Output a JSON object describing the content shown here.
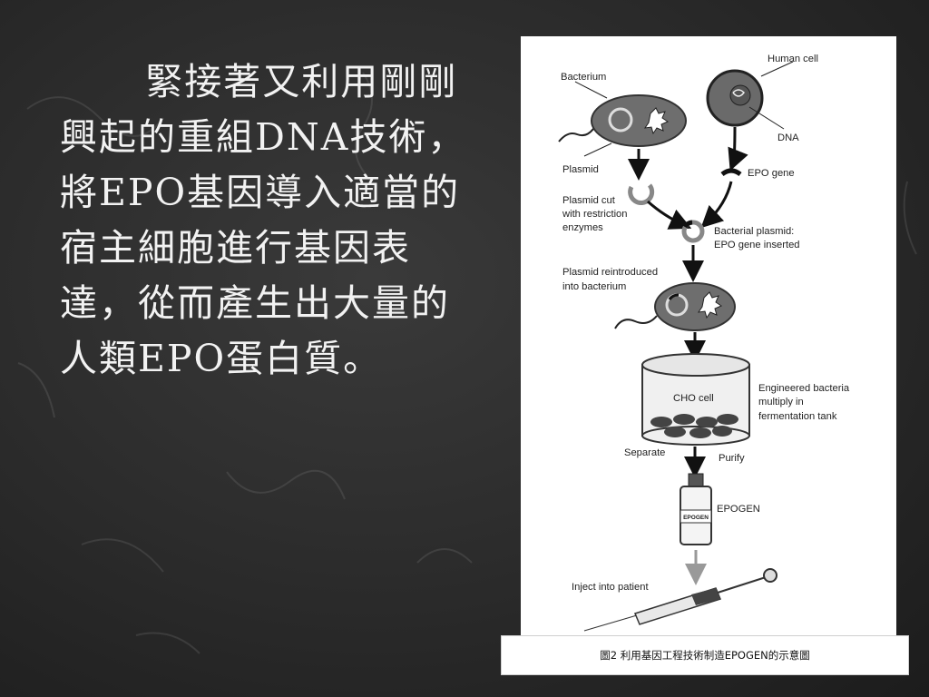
{
  "slide": {
    "body_text": "緊接著又利用剛剛興起的重組DNA技術，將EPO基因導入適當的宿主細胞進行基因表達，從而產生出大量的人類EPO蛋白質。"
  },
  "figure": {
    "labels": {
      "bacterium": "Bacterium",
      "human_cell": "Human cell",
      "dna": "DNA",
      "plasmid": "Plasmid",
      "epo_gene": "EPO gene",
      "plasmid_cut_1": "Plasmid cut",
      "plasmid_cut_2": "with restriction",
      "plasmid_cut_3": "enzymes",
      "bact_plasmid_1": "Bacterial plasmid:",
      "bact_plasmid_2": "EPO gene inserted",
      "reintro_1": "Plasmid reintroduced",
      "reintro_2": "into bacterium",
      "cho_cell": "CHO cell",
      "engineered_1": "Engineered bacteria",
      "engineered_2": "multiply in",
      "engineered_3": "fermentation tank",
      "separate": "Separate",
      "purify": "Purify",
      "epogen": "EPOGEN",
      "vial_label": "EPOGEN",
      "inject": "Inject into patient"
    },
    "caption": "圖2  利用基因工程技術制造EPOGEN的示意圖"
  }
}
